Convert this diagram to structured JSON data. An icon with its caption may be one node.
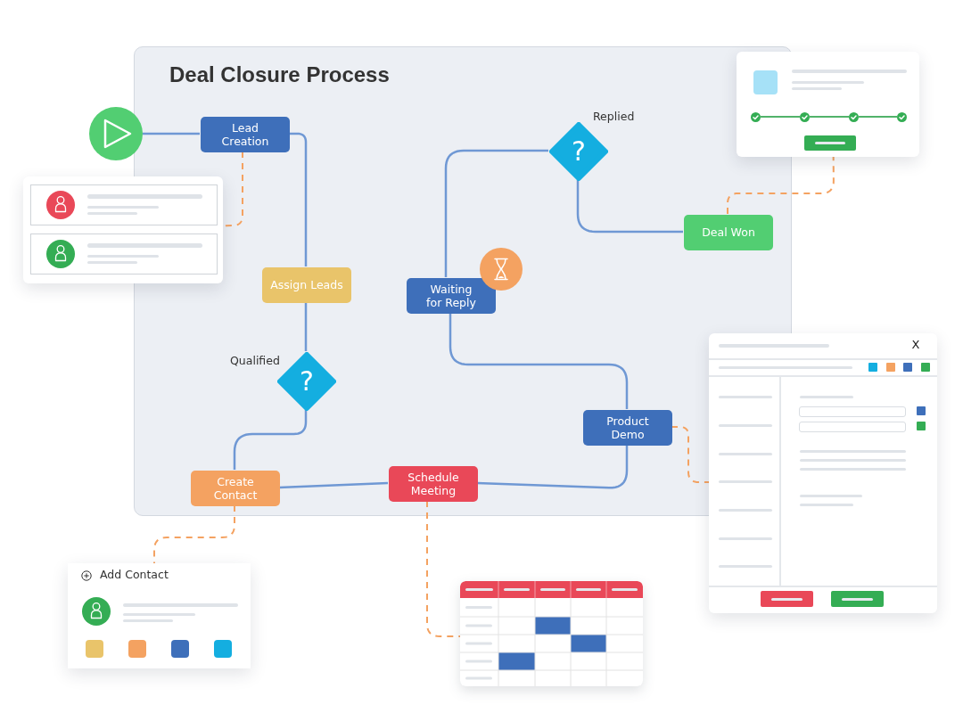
{
  "diagram": {
    "nodes": [
      {
        "text": [
          "Deal Closure Process"
        ]
      },
      {
        "text": [],
        "shape": "circle"
      },
      {
        "text": [
          "Lead Creation"
        ],
        "in": 0
      },
      {
        "text": [],
        "shape": "box"
      },
      {
        "text": [
          "Assign Leads"
        ],
        "in": 0
      },
      {
        "text": [
          "?"
        ],
        "beside": [
          "Qualified"
        ],
        "in": 0
      },
      {
        "text": [
          "Create Contact"
        ],
        "in": 0
      },
      {
        "text": [
          "Add Contact"
        ]
      },
      {
        "text": [
          "Schedule Meeting"
        ],
        "in": 0
      },
      {
        "text": [],
        "shape": "box"
      },
      {
        "text": [
          "Product Demo"
        ],
        "in": 0
      },
      {
        "text": [
          "X"
        ]
      },
      {
        "text": [
          "Waiting for Reply"
        ],
        "in": 0
      },
      {
        "text": [
          "?"
        ],
        "beside": [
          "Replied"
        ],
        "in": 0
      },
      {
        "text": [
          "Deal Won"
        ],
        "in": 0
      },
      {
        "text": [],
        "shape": "box"
      }
    ],
    "edges": [
      {
        "from": 1,
        "to": 2,
        "arrow": "none"
      },
      {
        "from": 2,
        "to": 3,
        "arrow": "none",
        "style": "dashed",
        "color": "#f4a261"
      },
      {
        "from": 2,
        "to": 4,
        "arrow": "none"
      },
      {
        "from": 4,
        "to": 5,
        "arrow": "none"
      },
      {
        "from": 5,
        "to": 6,
        "arrow": "none"
      },
      {
        "from": 6,
        "to": 7,
        "arrow": "none",
        "style": "dashed",
        "color": "#f4a261"
      },
      {
        "from": 6,
        "to": 8,
        "arrow": "none"
      },
      {
        "from": 8,
        "to": 9,
        "arrow": "none",
        "style": "dashed",
        "color": "#f4a261"
      },
      {
        "from": 8,
        "to": 10,
        "arrow": "none"
      },
      {
        "from": 10,
        "to": 11,
        "arrow": "none",
        "style": "dashed",
        "color": "#f4a261"
      },
      {
        "from": 10,
        "to": 12,
        "arrow": "none"
      },
      {
        "from": 12,
        "to": 13,
        "arrow": "none"
      },
      {
        "from": 13,
        "to": 14,
        "arrow": "none"
      },
      {
        "from": 14,
        "to": 15,
        "arrow": "none",
        "style": "dashed",
        "color": "#f4a261"
      }
    ]
  }
}
